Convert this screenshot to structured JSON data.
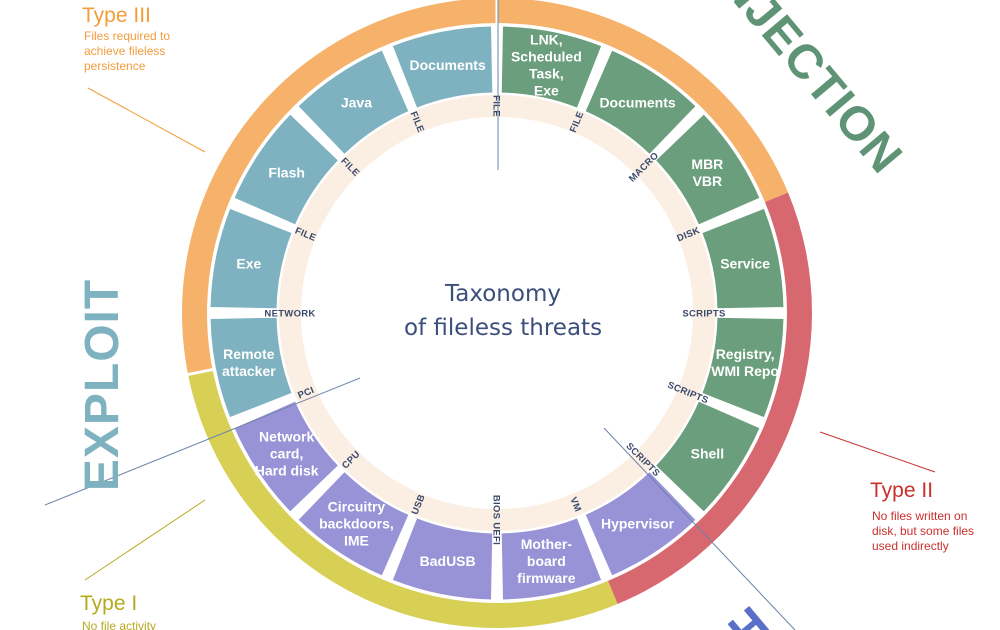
{
  "center": {
    "line1": "Taxonomy",
    "line2": "of fileless threats"
  },
  "big_words": {
    "injection": "INJECTION",
    "exploit": "EXPLOIT",
    "partial_bottom": "H"
  },
  "types": {
    "type3": {
      "title": "Type III",
      "desc": [
        "Files required to",
        "achieve fileless",
        "persistence"
      ]
    },
    "type2": {
      "title": "Type II",
      "desc": [
        "No files written on",
        "disk, but some files",
        "used indirectly"
      ]
    },
    "type1": {
      "title": "Type I",
      "desc": [
        "No file activity"
      ]
    }
  },
  "segments": [
    {
      "lines": [
        "LNK,",
        "Scheduled",
        "Task,",
        "Exe"
      ],
      "ring_label": "FILE",
      "group": "green"
    },
    {
      "lines": [
        "Documents"
      ],
      "ring_label": "MACRO",
      "group": "green"
    },
    {
      "lines": [
        "MBR",
        "VBR"
      ],
      "ring_label": "DISK",
      "group": "green"
    },
    {
      "lines": [
        "Service"
      ],
      "ring_label": "SCRIPTS",
      "group": "green"
    },
    {
      "lines": [
        "Registry,",
        "WMI Repo"
      ],
      "ring_label": "SCRIPTS",
      "group": "green"
    },
    {
      "lines": [
        "Shell"
      ],
      "ring_label": "SCRIPTS",
      "group": "green"
    },
    {
      "lines": [
        "Hypervisor"
      ],
      "ring_label": "VM",
      "group": "purple"
    },
    {
      "lines": [
        "Mother-",
        "board",
        "firmware"
      ],
      "ring_label": "BIOS UEFI",
      "group": "purple"
    },
    {
      "lines": [
        "BadUSB"
      ],
      "ring_label": "USB",
      "group": "purple"
    },
    {
      "lines": [
        "Circuitry",
        "backdoors,",
        "IME"
      ],
      "ring_label": "CPU",
      "group": "purple"
    },
    {
      "lines": [
        "Network",
        "card,",
        "Hard disk"
      ],
      "ring_label": "PCI",
      "group": "purple"
    },
    {
      "lines": [
        "Remote",
        "attacker"
      ],
      "ring_label": "NETWORK",
      "group": "blue"
    },
    {
      "lines": [
        "Exe"
      ],
      "ring_label": "FILE",
      "group": "blue"
    },
    {
      "lines": [
        "Flash"
      ],
      "ring_label": "FILE",
      "group": "blue"
    },
    {
      "lines": [
        "Java"
      ],
      "ring_label": "FILE",
      "group": "blue"
    },
    {
      "lines": [
        "Documents"
      ],
      "ring_label": "FILE",
      "group": "blue"
    }
  ],
  "colors": {
    "green": "#6a9e7c",
    "purple": "#9893d6",
    "blue": "#7fb2c0",
    "orange": "#f6b26b",
    "yellow": "#d8cf55",
    "red": "#d86870",
    "injection_text": "#5e9475",
    "exploit_text": "#7fb2c0",
    "type3": "#f39c3c",
    "type2": "#c9302c",
    "type1": "#b5aa1f",
    "title_blue": "#3b4f7a"
  }
}
